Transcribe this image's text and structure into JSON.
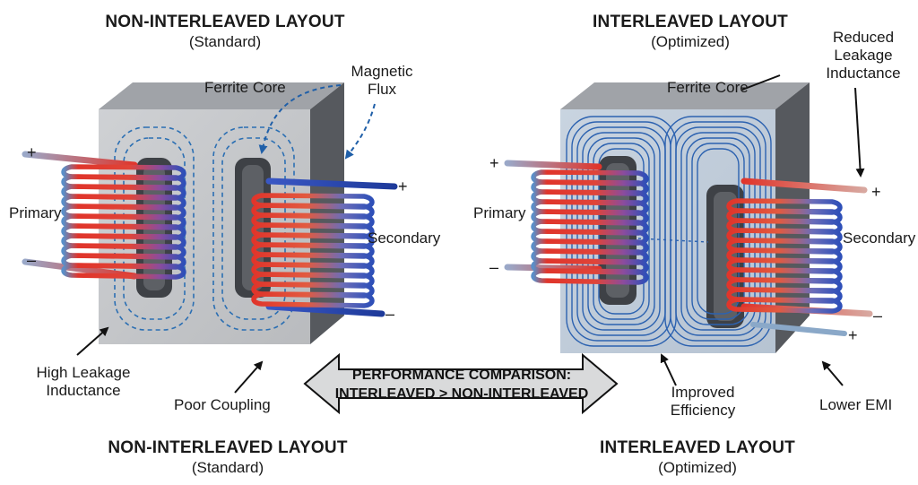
{
  "left_panel": {
    "title_top": "NON-INTERLEAVED LAYOUT",
    "subtitle_top": "(Standard)",
    "title_bottom": "NON-INTERLEAVED LAYOUT",
    "subtitle_bottom": "(Standard)",
    "labels": {
      "ferrite_core": "Ferrite Core",
      "magnetic_flux_line1": "Magnetic",
      "magnetic_flux_line2": "Flux",
      "primary": "Primary",
      "secondary": "Secondary",
      "high_leakage_line1": "High Leakage",
      "high_leakage_line2": "Inductance",
      "poor_coupling": "Poor Coupling",
      "plus_left": "+",
      "minus_left": "–",
      "plus_right": "+",
      "minus_right": "–"
    }
  },
  "right_panel": {
    "title_top": "INTERLEAVED LAYOUT",
    "subtitle_top": "(Optimized)",
    "title_bottom": "INTERLEAVED LAYOUT",
    "subtitle_bottom": "(Optimized)",
    "labels": {
      "ferrite_core": "Ferrite Core",
      "reduced_leakage_line1": "Reduced",
      "reduced_leakage_line2": "Leakage",
      "reduced_leakage_line3": "Inductance",
      "primary": "Primary",
      "secondary": "Secondary",
      "improved_efficiency_line1": "Improved",
      "improved_efficiency_line2": "Efficiency",
      "lower_emi": "Lower EMI",
      "plus_left": "+",
      "minus_left": "–",
      "plus_right": "+",
      "minus_right": "–"
    }
  },
  "comparison": {
    "line1": "PERFORMANCE COMPARISON:",
    "line2": "INTERLEAVED > NON-INTERLEAVED"
  },
  "colors": {
    "core_front": "#c3c5c8",
    "core_top": "#9ea1a6",
    "core_side": "#55585d",
    "coil_red": "#e0352b",
    "coil_blue": "#2e4fb8",
    "flux_blue": "#2b6fb3",
    "banner_fill": "#d9dadb"
  }
}
